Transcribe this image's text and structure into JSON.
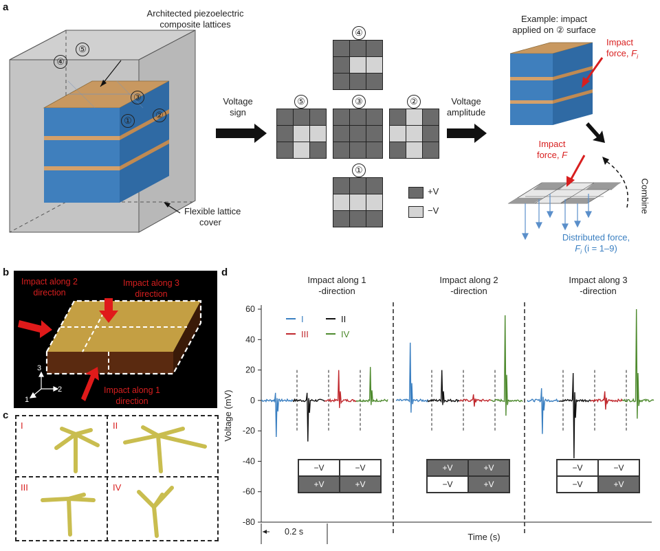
{
  "panels": {
    "a": "a",
    "b": "b",
    "c": "c",
    "d": "d"
  },
  "panel_a": {
    "lattice_label_line1": "Architected piezoelectric",
    "lattice_label_line2": "composite lattices",
    "cover_label_line1": "Flexible lattice",
    "cover_label_line2": "cover",
    "cube_faces": [
      "④",
      "⑤",
      "③",
      "①",
      "②"
    ],
    "voltage_sign_line1": "Voltage",
    "voltage_sign_line2": "sign",
    "voltage_amp_line1": "Voltage",
    "voltage_amp_line2": "amplitude",
    "grid_numbers": [
      "④",
      "⑤",
      "③",
      "②",
      "①"
    ],
    "legend_pos": "+V",
    "legend_neg": "−V",
    "example_line1": "Example: impact",
    "example_line2": "applied on ② surface",
    "impact_force_i_line1": "Impact",
    "impact_force_i_line2": "force, F",
    "impact_force_i_sub": "i",
    "impact_force_line1": "Impact",
    "impact_force_line2": "force, F",
    "combine": "Combine",
    "distributed_line1": "Distributed force,",
    "distributed_line2_a": "F",
    "distributed_line2_sub": "i",
    "distributed_line2_b": " (i = 1–9)"
  },
  "panel_b": {
    "impact2_line1": "Impact along 2",
    "impact2_line2": "direction",
    "impact3_line1": "Impact along 3",
    "impact3_line2": "direction",
    "impact1_line1": "Impact along 1",
    "impact1_line2": "direction",
    "axis_3": "3",
    "axis_2": "2",
    "axis_1": "1"
  },
  "panel_c": {
    "labels": [
      "I",
      "II",
      "III",
      "IV"
    ]
  },
  "panel_d": {
    "heading1_line1": "Impact along 1",
    "heading1_line2": "-direction",
    "heading2_line1": "Impact along 2",
    "heading2_line2": "-direction",
    "heading3_line1": "Impact along 3",
    "heading3_line2": "-direction",
    "scalebar": "0.2 s",
    "box1": [
      "−V",
      "−V",
      "+V",
      "+V"
    ],
    "box2": [
      "+V",
      "+V",
      "−V",
      "+V"
    ],
    "box3": [
      "−V",
      "−V",
      "−V",
      "+V"
    ]
  },
  "chart_data": {
    "type": "line",
    "xlabel": "Time (s)",
    "ylabel": "Voltage (mV)",
    "ylim": [
      -80,
      60
    ],
    "yticks": [
      60,
      40,
      20,
      0,
      -20,
      -40,
      -60,
      -80
    ],
    "legend": [
      {
        "name": "I",
        "color": "#3a7fc1"
      },
      {
        "name": "II",
        "color": "#111111"
      },
      {
        "name": "III",
        "color": "#c0282d"
      },
      {
        "name": "IV",
        "color": "#4e8a2e"
      }
    ],
    "segments": [
      {
        "section": 1,
        "series": "I",
        "peak_min": -24,
        "peak_max": 5
      },
      {
        "section": 1,
        "series": "II",
        "peak_min": -27,
        "peak_max": 5
      },
      {
        "section": 1,
        "series": "III",
        "peak_min": -5,
        "peak_max": 20
      },
      {
        "section": 1,
        "series": "IV",
        "peak_min": -3,
        "peak_max": 22
      },
      {
        "section": 2,
        "series": "I",
        "peak_min": -8,
        "peak_max": 38
      },
      {
        "section": 2,
        "series": "II",
        "peak_min": -3,
        "peak_max": 20
      },
      {
        "section": 2,
        "series": "III",
        "peak_min": -4,
        "peak_max": 4
      },
      {
        "section": 2,
        "series": "IV",
        "peak_min": -10,
        "peak_max": 56
      },
      {
        "section": 3,
        "series": "I",
        "peak_min": -22,
        "peak_max": 8
      },
      {
        "section": 3,
        "series": "II",
        "peak_min": -38,
        "peak_max": 18
      },
      {
        "section": 3,
        "series": "III",
        "peak_min": -6,
        "peak_max": 6
      },
      {
        "section": 3,
        "series": "IV",
        "peak_min": -12,
        "peak_max": 60
      }
    ]
  }
}
